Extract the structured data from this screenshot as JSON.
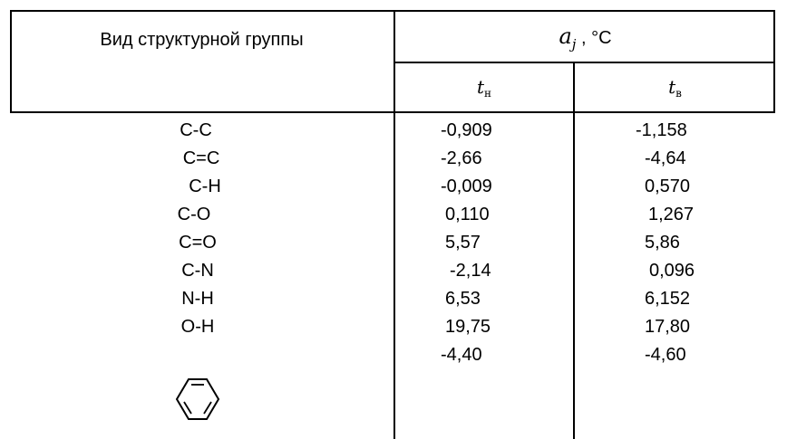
{
  "header": {
    "group_title": "Вид структурной группы",
    "aj_symbol": "a",
    "aj_subscript": "j",
    "aj_unit": ", °C",
    "t_symbol": "t",
    "tn_subscript": "н",
    "tv_subscript": "в"
  },
  "rows": [
    {
      "group": "C-C",
      "tn": "-0,909",
      "tv": "-1,158"
    },
    {
      "group": "C=C",
      "tn": "-2,66",
      "tv": "-4,64"
    },
    {
      "group": "C-H",
      "tn": "-0,009",
      "tv": "0,570"
    },
    {
      "group": "C-O",
      "tn": "0,110",
      "tv": "1,267"
    },
    {
      "group": "C=O",
      "tn": "5,57",
      "tv": "5,86"
    },
    {
      "group": "C-N",
      "tn": "-2,14",
      "tv": "0,096"
    },
    {
      "group": "N-H",
      "tn": "6,53",
      "tv": "6,152"
    },
    {
      "group": "O-H",
      "tn": "19,75",
      "tv": "17,80"
    }
  ],
  "benzene_row": {
    "group_icon": "benzene-ring-icon",
    "tn": "-4,40",
    "tv": "-4,60"
  }
}
